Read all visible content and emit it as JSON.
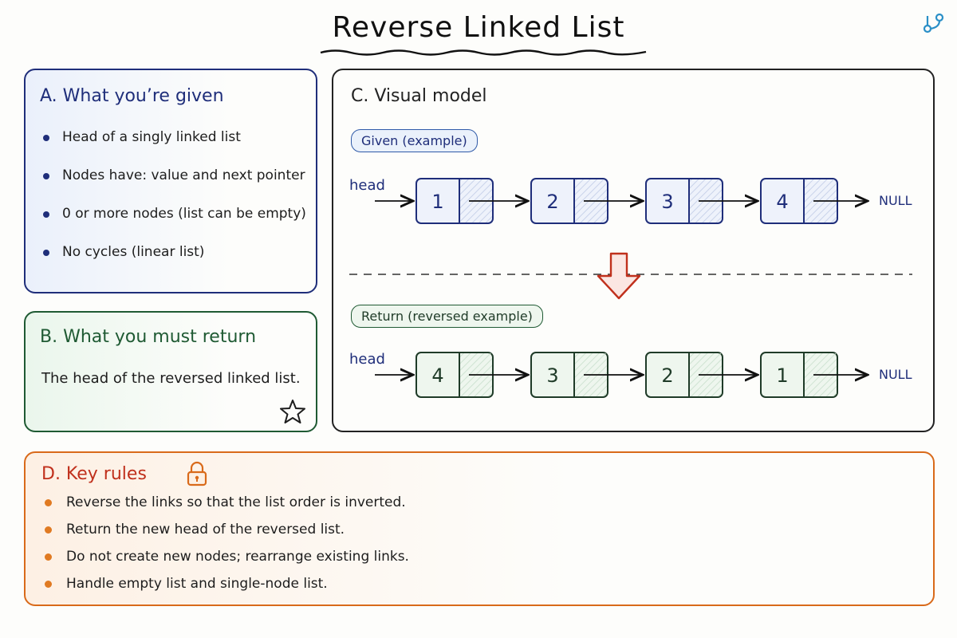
{
  "title": "Reverse Linked List",
  "sections": {
    "given": {
      "title": "A. What you’re given",
      "items": [
        "Head of a singly linked list",
        "Nodes have: value and next pointer",
        "0 or more nodes (list can be empty)",
        "No cycles (linear list)"
      ]
    },
    "return": {
      "title": "B. What you must return",
      "text": "The head of the reversed linked list."
    },
    "visual": {
      "title": "C. Visual model",
      "given_pill": "Given (example)",
      "return_pill": "Return (reversed example)",
      "head_label": "head",
      "null_label": "NULL",
      "given_nodes": [
        "1",
        "2",
        "3",
        "4"
      ],
      "return_nodes": [
        "4",
        "3",
        "2",
        "1"
      ]
    },
    "rules": {
      "title": "D. Key rules",
      "items": [
        "Reverse the links so that the list order is inverted.",
        "Return the new head of the reversed list.",
        "Do not create new nodes; rearrange existing links.",
        "Handle empty list and single-node list."
      ]
    }
  },
  "colors": {
    "given_accent": "#1f2e7a",
    "return_accent": "#1f5a33",
    "rules_accent": "#d96a1a",
    "arrow_red": "#c0301c"
  },
  "icons": [
    "branch-icon",
    "star-icon",
    "lock-icon",
    "down-arrow-icon"
  ]
}
